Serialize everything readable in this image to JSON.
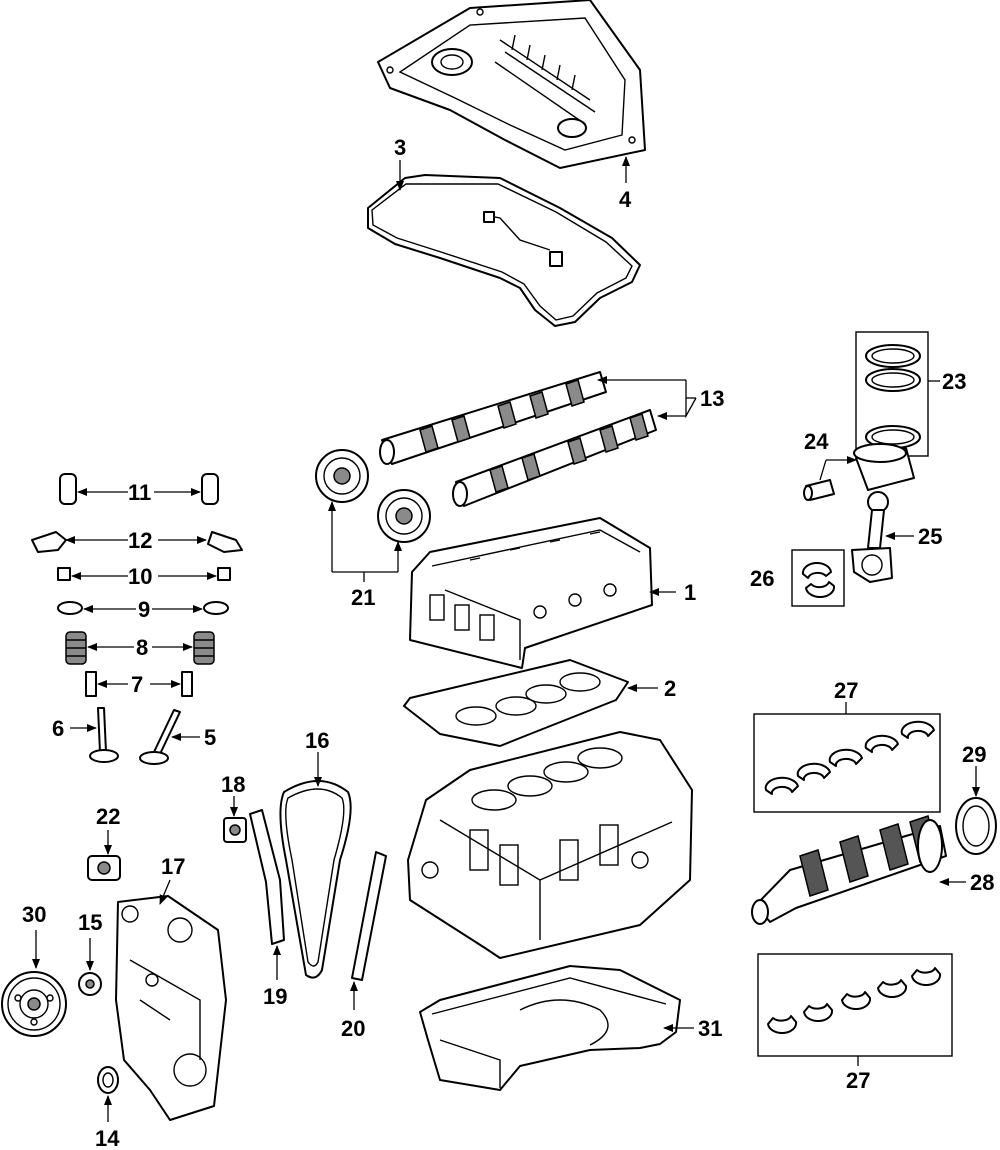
{
  "callouts": {
    "c1": "1",
    "c2": "2",
    "c3": "3",
    "c4": "4",
    "c5": "5",
    "c6": "6",
    "c7": "7",
    "c8": "8",
    "c9": "9",
    "c10": "10",
    "c11": "11",
    "c12": "12",
    "c13": "13",
    "c14": "14",
    "c15": "15",
    "c16": "16",
    "c17": "17",
    "c18": "18",
    "c19": "19",
    "c20": "20",
    "c21": "21",
    "c22": "22",
    "c23": "23",
    "c24": "24",
    "c25": "25",
    "c26": "26",
    "c27a": "27",
    "c27b": "27",
    "c28": "28",
    "c29": "29",
    "c30": "30",
    "c31": "31"
  },
  "colors": {
    "line": "#000000",
    "shade": "#8a8a8a",
    "background": "#ffffff"
  }
}
